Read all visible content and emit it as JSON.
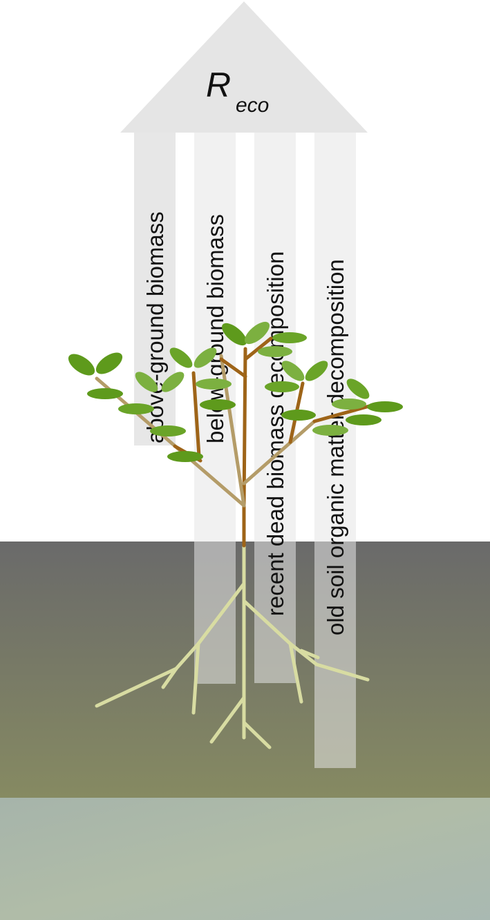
{
  "title": {
    "symbol": "R",
    "subscript": "eco"
  },
  "columns": [
    {
      "label": "above-ground biomass"
    },
    {
      "label": "below-ground biomass"
    },
    {
      "label": "recent dead biomass decomposition"
    },
    {
      "label": "old soil organic matter decomposition"
    }
  ],
  "colors": {
    "arrow": "#e4e4e4",
    "column": "#e4e4e4",
    "soil_top": "#6b6b6b",
    "soil_bottom": "#858a63",
    "bedrock": "#a9b8ab",
    "stem": "#a0631a",
    "branch_light": "#b8a06a",
    "root": "#d8dca0",
    "leaf_dark": "#5e9a1c",
    "leaf_light": "#7cb040"
  }
}
